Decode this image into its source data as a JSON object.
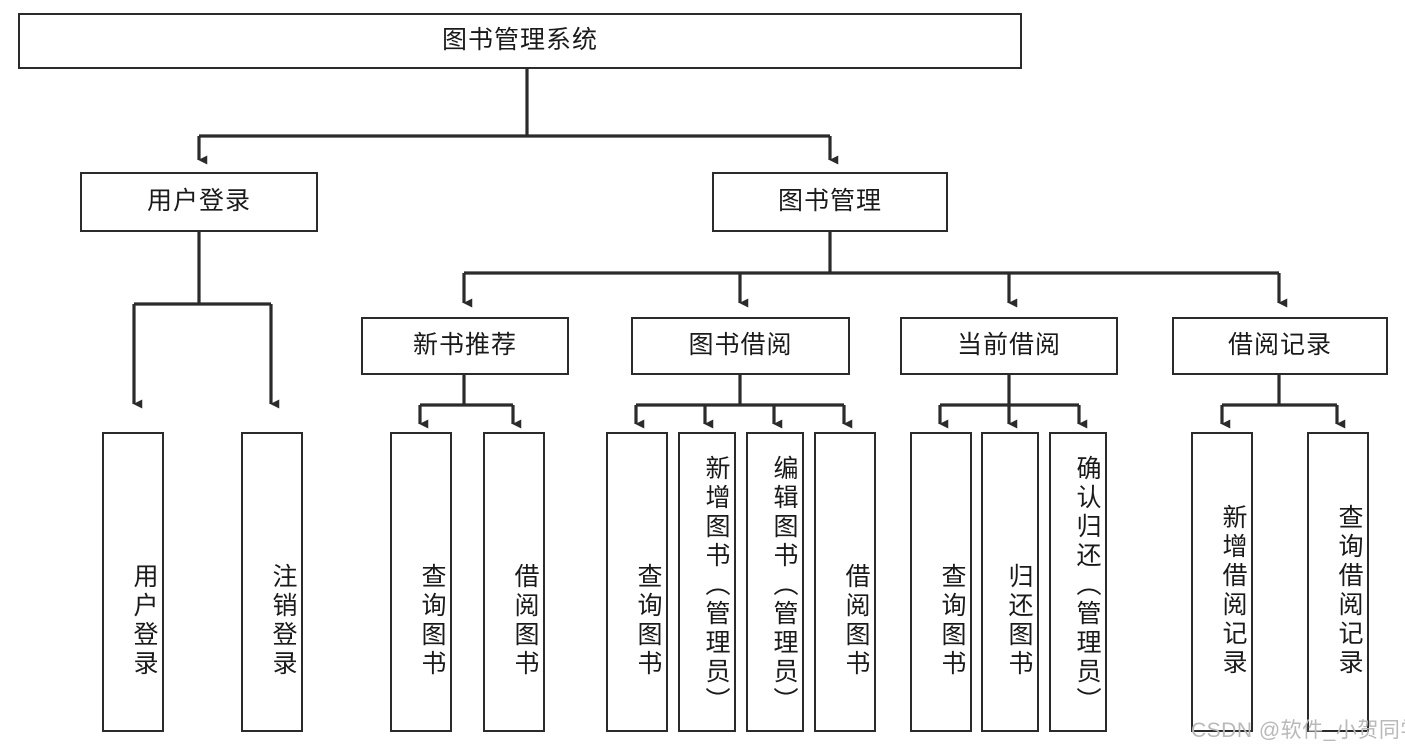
{
  "diagram": {
    "title": "图书管理系统",
    "type": "hierarchy-tree",
    "levels": 4,
    "root": {
      "id": "root",
      "label": "图书管理系统",
      "orientation": "horizontal"
    },
    "level2": [
      {
        "id": "user-login",
        "label": "用户登录",
        "orientation": "horizontal"
      },
      {
        "id": "book-manage",
        "label": "图书管理",
        "orientation": "horizontal"
      }
    ],
    "level3": [
      {
        "id": "new-book-rec",
        "label": "新书推荐",
        "orientation": "horizontal",
        "parent": "book-manage"
      },
      {
        "id": "book-borrow",
        "label": "图书借阅",
        "orientation": "horizontal",
        "parent": "book-manage"
      },
      {
        "id": "current-borrow",
        "label": "当前借阅",
        "orientation": "horizontal",
        "parent": "book-manage"
      },
      {
        "id": "borrow-record",
        "label": "借阅记录",
        "orientation": "horizontal",
        "parent": "book-manage"
      }
    ],
    "leaves": [
      {
        "id": "leaf-user-login",
        "label": "用户登录",
        "parent": "user-login",
        "orientation": "vertical"
      },
      {
        "id": "leaf-logout-login",
        "label": "注销登录",
        "parent": "user-login",
        "orientation": "vertical"
      },
      {
        "id": "leaf-query-book-1",
        "label": "查询图书",
        "parent": "new-book-rec",
        "orientation": "vertical"
      },
      {
        "id": "leaf-borrow-book-1",
        "label": "借阅图书",
        "parent": "new-book-rec",
        "orientation": "vertical"
      },
      {
        "id": "leaf-query-book-2",
        "label": "查询图书",
        "parent": "book-borrow",
        "orientation": "vertical"
      },
      {
        "id": "leaf-add-book",
        "label": "新增图书（管理员）",
        "parent": "book-borrow",
        "orientation": "vertical"
      },
      {
        "id": "leaf-edit-book",
        "label": "编辑图书（管理员）",
        "parent": "book-borrow",
        "orientation": "vertical"
      },
      {
        "id": "leaf-borrow-book-2",
        "label": "借阅图书",
        "parent": "book-borrow",
        "orientation": "vertical"
      },
      {
        "id": "leaf-query-book-3",
        "label": "查询图书",
        "parent": "current-borrow",
        "orientation": "vertical"
      },
      {
        "id": "leaf-return-book",
        "label": "归还图书",
        "parent": "current-borrow",
        "orientation": "vertical"
      },
      {
        "id": "leaf-confirm-return",
        "label": "确认归还（管理员）",
        "parent": "current-borrow",
        "orientation": "vertical"
      },
      {
        "id": "leaf-add-record",
        "label": "新增借阅记录",
        "parent": "borrow-record",
        "orientation": "vertical"
      },
      {
        "id": "leaf-query-record",
        "label": "查询借阅记录",
        "parent": "borrow-record",
        "orientation": "vertical"
      }
    ],
    "watermark": "CSDN @软件_小贺同学",
    "colors": {
      "stroke": "#2b2b2b",
      "fill": "#ffffff",
      "text": "#1a1a1a",
      "watermark": "#b9b9b9"
    }
  }
}
